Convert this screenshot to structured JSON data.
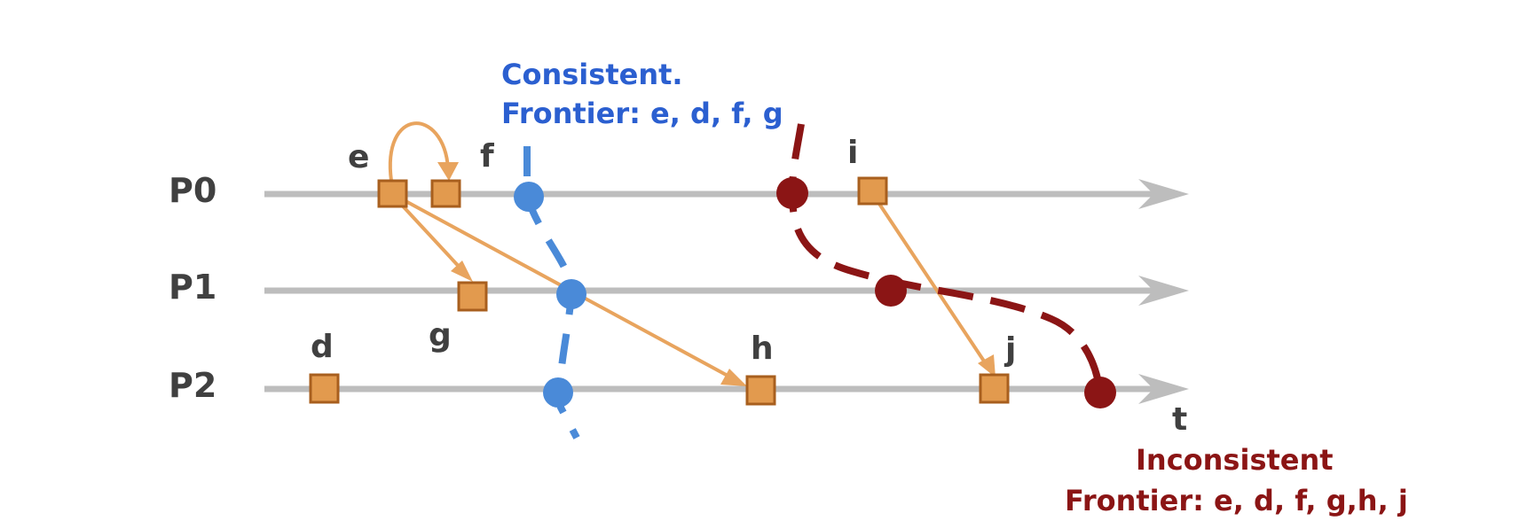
{
  "processes": {
    "p0": "P0",
    "p1": "P1",
    "p2": "P2"
  },
  "events": {
    "e": "e",
    "f": "f",
    "g": "g",
    "d": "d",
    "h": "h",
    "i": "i",
    "j": "j"
  },
  "time_label": "t",
  "consistent_cut": {
    "title": "Consistent.",
    "frontier": "Frontier: e, d, f, g",
    "color": "#4a8ad8",
    "text_color": "#2b5fd0"
  },
  "inconsistent_cut": {
    "title": "Inconsistent",
    "frontier": "Frontier: e, d, f, g,h, j",
    "color": "#8b1515"
  },
  "colors": {
    "timeline": "#bdbdbd",
    "event_fill": "#e29a4e",
    "event_stroke": "#a85f1e",
    "message": "#e8a45e"
  }
}
